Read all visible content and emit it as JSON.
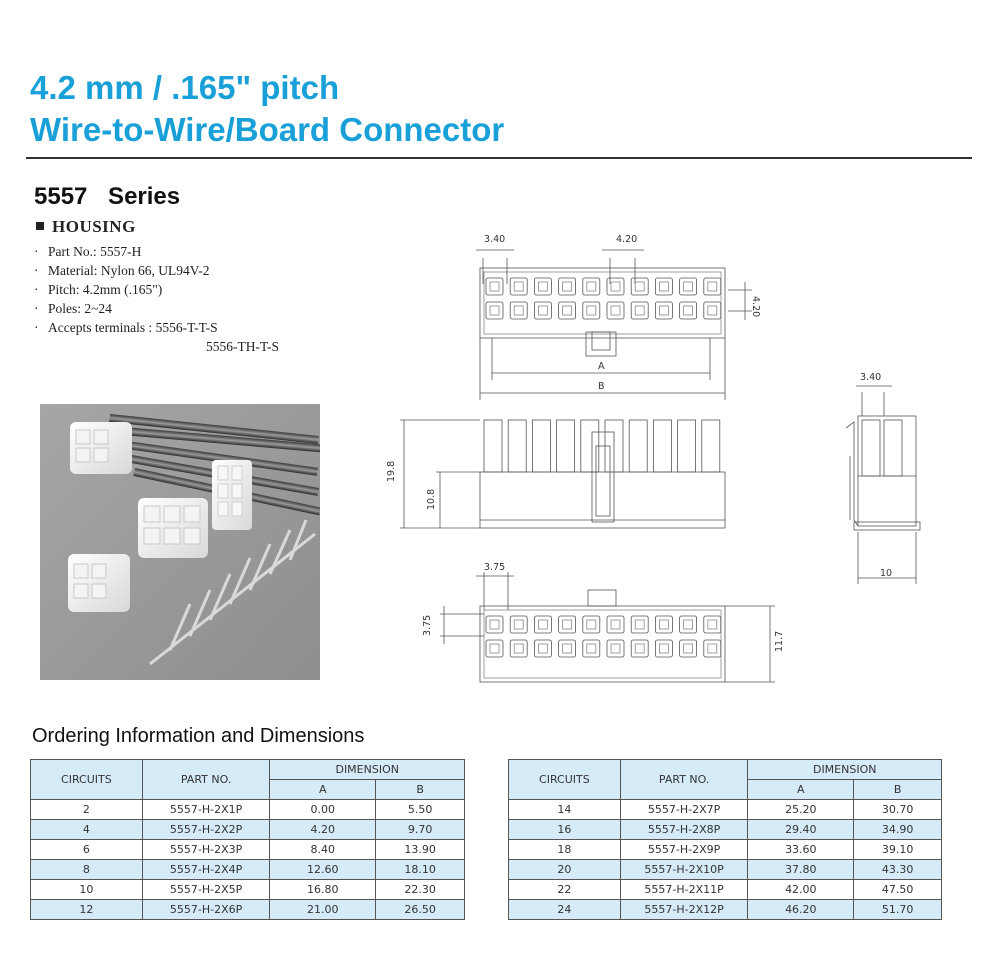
{
  "header": {
    "title_line1": "4.2 mm / .165\" pitch",
    "title_line2": "Wire-to-Wire/Board Connector"
  },
  "series": {
    "label": "5557   Series"
  },
  "housing": {
    "heading": "HOUSING",
    "specs": [
      "Part No.: 5557-H",
      "Material: Nylon 66, UL94V-2",
      "Pitch: 4.2mm (.165\")",
      "Poles: 2~24",
      "Accepts terminals : 5556-T-T-S"
    ],
    "specs_extra": "5556-TH-T-S"
  },
  "drawing": {
    "top_dim_left": "3.40",
    "top_dim_mid": "4.20",
    "top_dim_right": "4.20",
    "label_a": "A",
    "label_b": "B",
    "front_height": "19.8",
    "front_body": "10.8",
    "side_top": "3.40",
    "side_bottom": "10",
    "bottom_top": "3.75",
    "bottom_left": "3.75",
    "bottom_right": "11.7"
  },
  "section": {
    "title": "Ordering Information and Dimensions"
  },
  "table_headers": {
    "circuits": "CIRCUITS",
    "part_no": "PART NO.",
    "dimension": "DIMENSION",
    "a": "A",
    "b": "B"
  },
  "table_left": [
    {
      "circuits": "2",
      "part": "5557-H-2X1P",
      "a": "0.00",
      "b": "5.50"
    },
    {
      "circuits": "4",
      "part": "5557-H-2X2P",
      "a": "4.20",
      "b": "9.70"
    },
    {
      "circuits": "6",
      "part": "5557-H-2X3P",
      "a": "8.40",
      "b": "13.90"
    },
    {
      "circuits": "8",
      "part": "5557-H-2X4P",
      "a": "12.60",
      "b": "18.10"
    },
    {
      "circuits": "10",
      "part": "5557-H-2X5P",
      "a": "16.80",
      "b": "22.30"
    },
    {
      "circuits": "12",
      "part": "5557-H-2X6P",
      "a": "21.00",
      "b": "26.50"
    }
  ],
  "table_right": [
    {
      "circuits": "14",
      "part": "5557-H-2X7P",
      "a": "25.20",
      "b": "30.70"
    },
    {
      "circuits": "16",
      "part": "5557-H-2X8P",
      "a": "29.40",
      "b": "34.90"
    },
    {
      "circuits": "18",
      "part": "5557-H-2X9P",
      "a": "33.60",
      "b": "39.10"
    },
    {
      "circuits": "20",
      "part": "5557-H-2X10P",
      "a": "37.80",
      "b": "43.30"
    },
    {
      "circuits": "22",
      "part": "5557-H-2X11P",
      "a": "42.00",
      "b": "47.50"
    },
    {
      "circuits": "24",
      "part": "5557-H-2X12P",
      "a": "46.20",
      "b": "51.70"
    }
  ]
}
